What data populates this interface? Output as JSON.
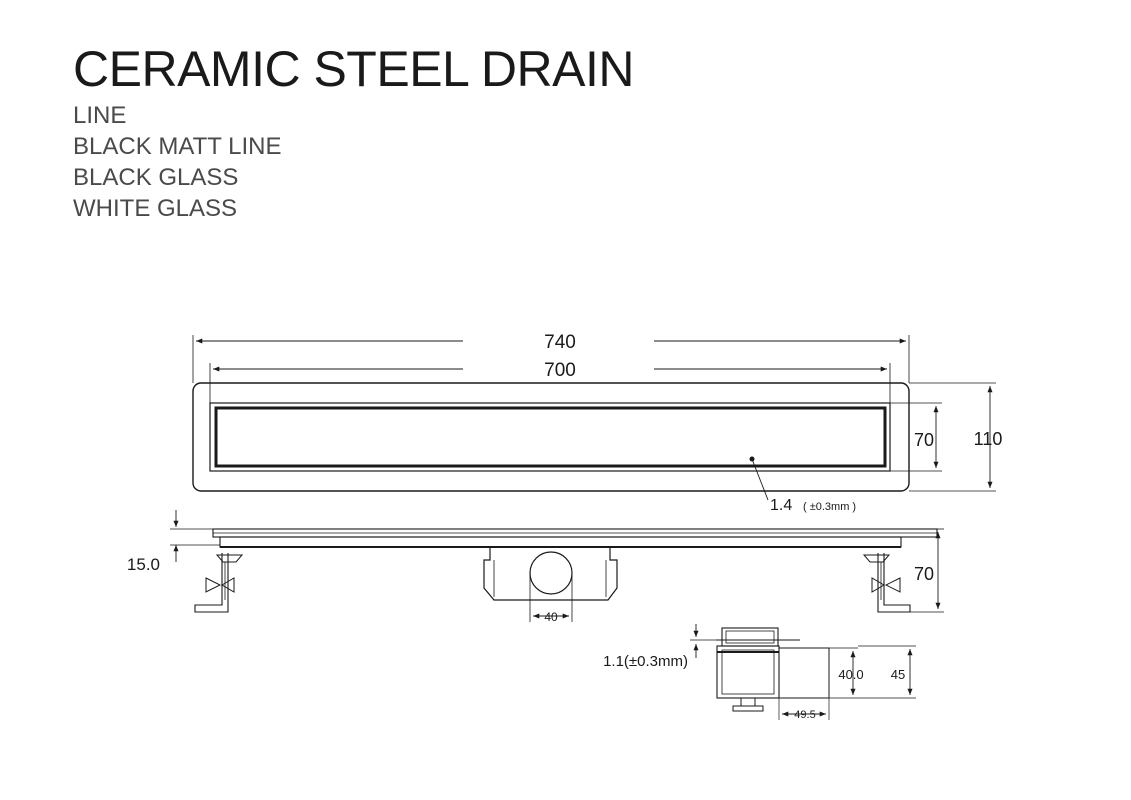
{
  "title": "CERAMIC STEEL DRAIN",
  "variants": [
    "LINE",
    "BLACK MATT LINE",
    "BLACK GLASS",
    "WHITE GLASS"
  ],
  "dimensions": {
    "overall_length": "740",
    "grate_length": "700",
    "grate_width": "70",
    "overall_width": "110",
    "thickness": "1.4",
    "thickness_tol": "( ±0.3mm )",
    "flange_height": "15.0",
    "body_height": "70",
    "outlet_diameter": "40",
    "sheet_thickness": "1.1(±0.3mm)",
    "channel_depth": "40.0",
    "section_height": "45",
    "channel_width": "49.5"
  }
}
